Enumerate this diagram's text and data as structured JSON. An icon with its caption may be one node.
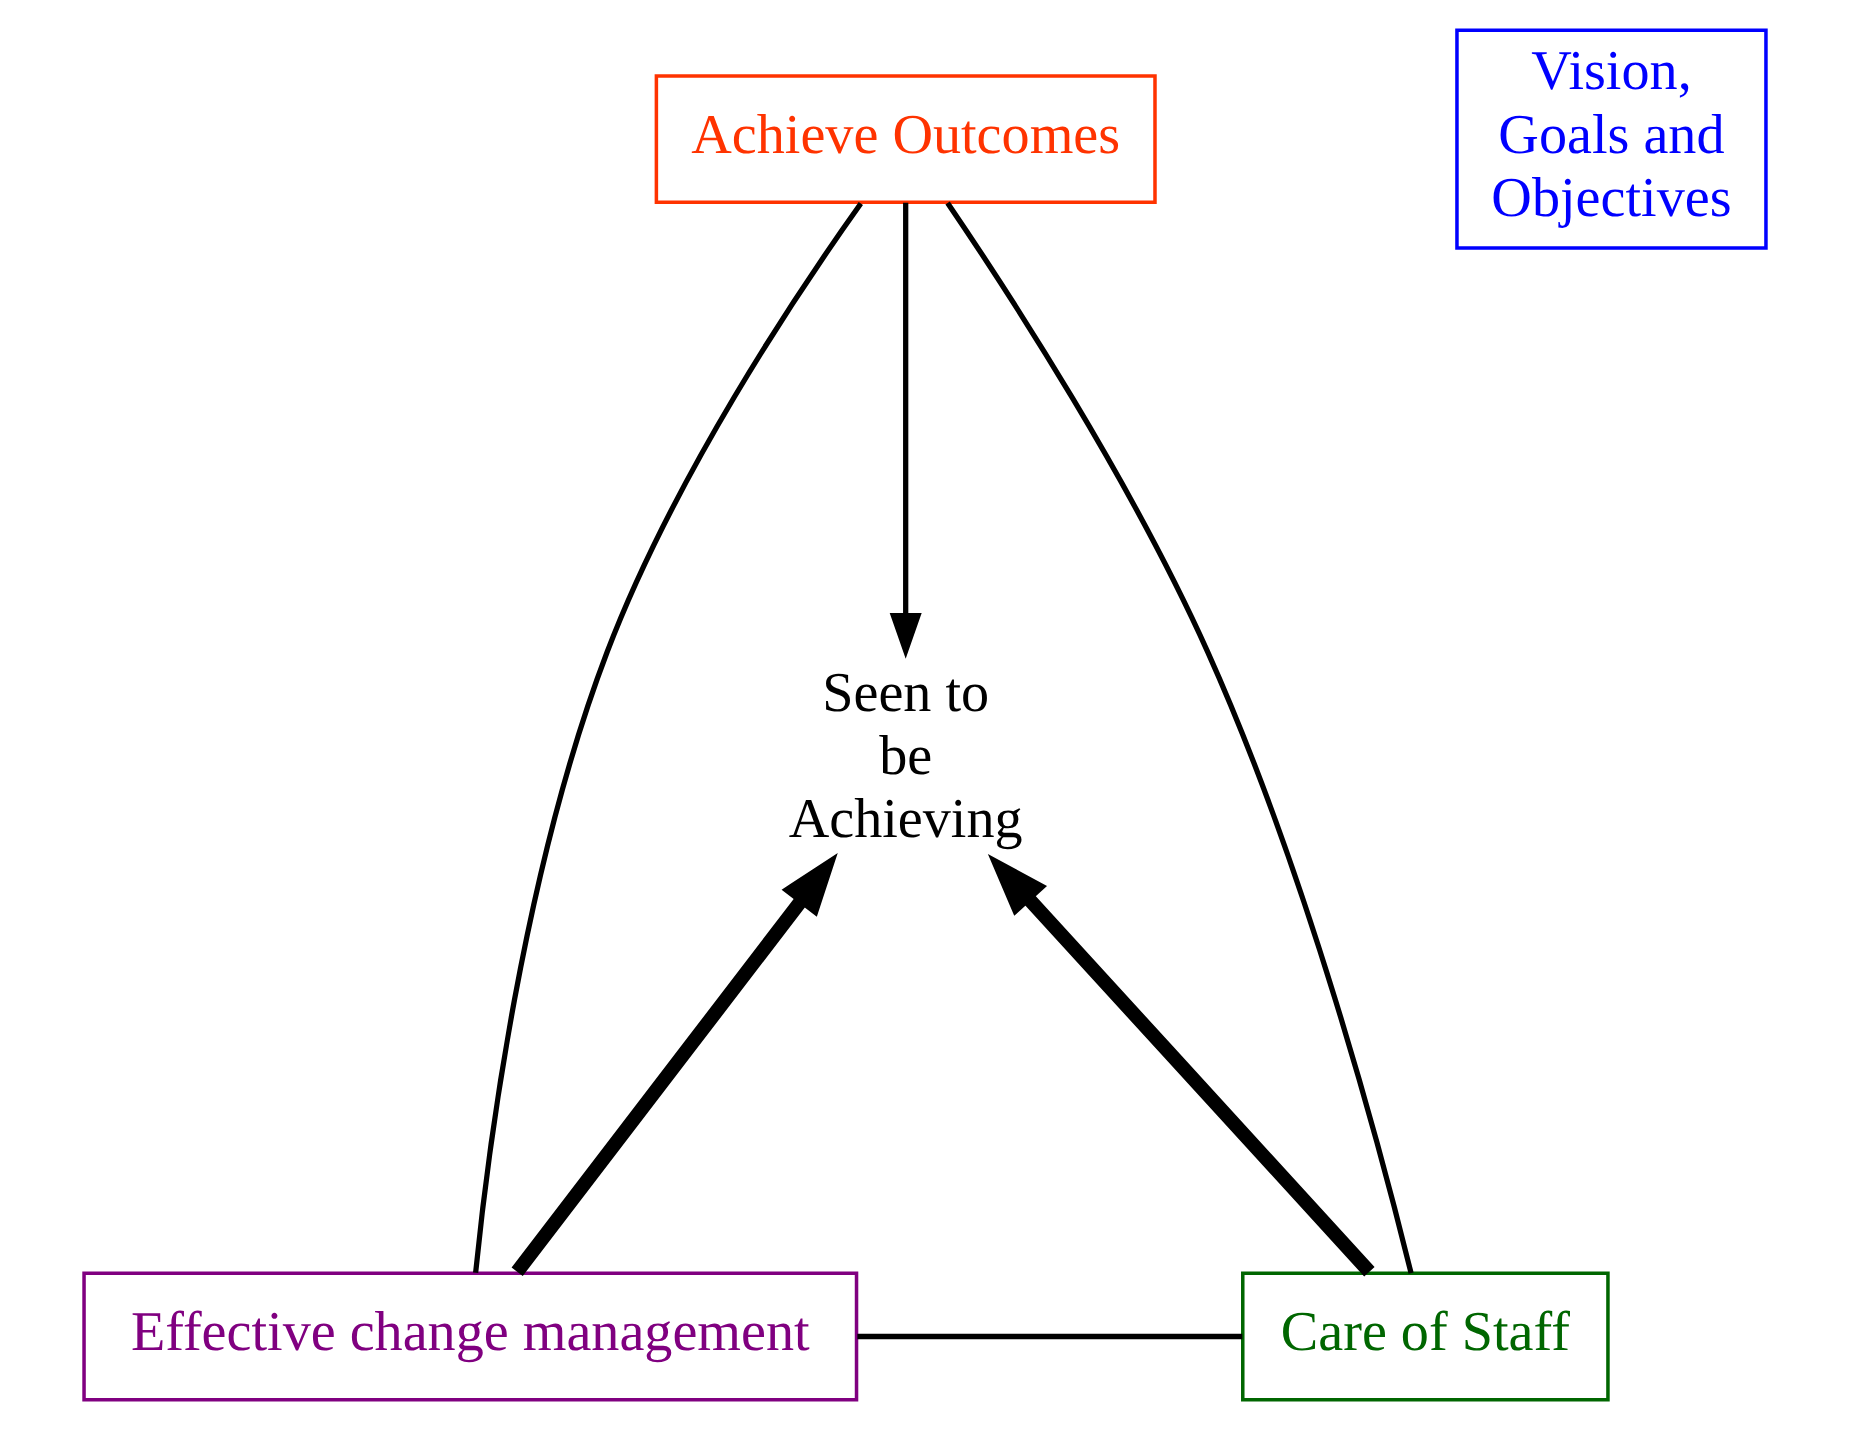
{
  "diagram": {
    "nodes": [
      {
        "text": [
          "Achieve Outcomes"
        ]
      },
      {
        "text": [
          "Vision, Goals and Objectives"
        ]
      },
      {
        "text": [
          "Seen to be Achieving"
        ]
      },
      {
        "text": [
          "Effective change management"
        ]
      },
      {
        "text": [
          "Care of Staff"
        ]
      }
    ],
    "edges": [
      {
        "from": 0,
        "to": 3,
        "arrow": "none"
      },
      {
        "from": 0,
        "to": 4,
        "arrow": "none"
      },
      {
        "from": 3,
        "to": 4,
        "arrow": "none"
      },
      {
        "from": 0,
        "to": 2,
        "arrow": "to"
      },
      {
        "from": 3,
        "to": 2,
        "arrow": "to",
        "style": "thick"
      },
      {
        "from": 4,
        "to": 2,
        "arrow": "to",
        "style": "thick"
      }
    ]
  }
}
